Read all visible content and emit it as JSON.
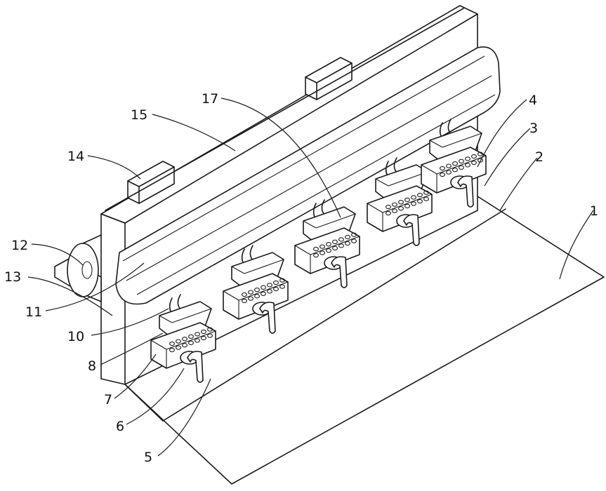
{
  "figure": {
    "labels": [
      {
        "id": "label-1",
        "text": "1"
      },
      {
        "id": "label-2",
        "text": "2"
      },
      {
        "id": "label-3",
        "text": "3"
      },
      {
        "id": "label-4",
        "text": "4"
      },
      {
        "id": "label-5",
        "text": "5"
      },
      {
        "id": "label-6",
        "text": "6"
      },
      {
        "id": "label-7",
        "text": "7"
      },
      {
        "id": "label-8",
        "text": "8"
      },
      {
        "id": "label-10",
        "text": "10"
      },
      {
        "id": "label-11",
        "text": "11"
      },
      {
        "id": "label-12",
        "text": "12"
      },
      {
        "id": "label-13",
        "text": "13"
      },
      {
        "id": "label-14",
        "text": "14"
      },
      {
        "id": "label-15",
        "text": "15"
      },
      {
        "id": "label-17",
        "text": "17"
      }
    ]
  }
}
